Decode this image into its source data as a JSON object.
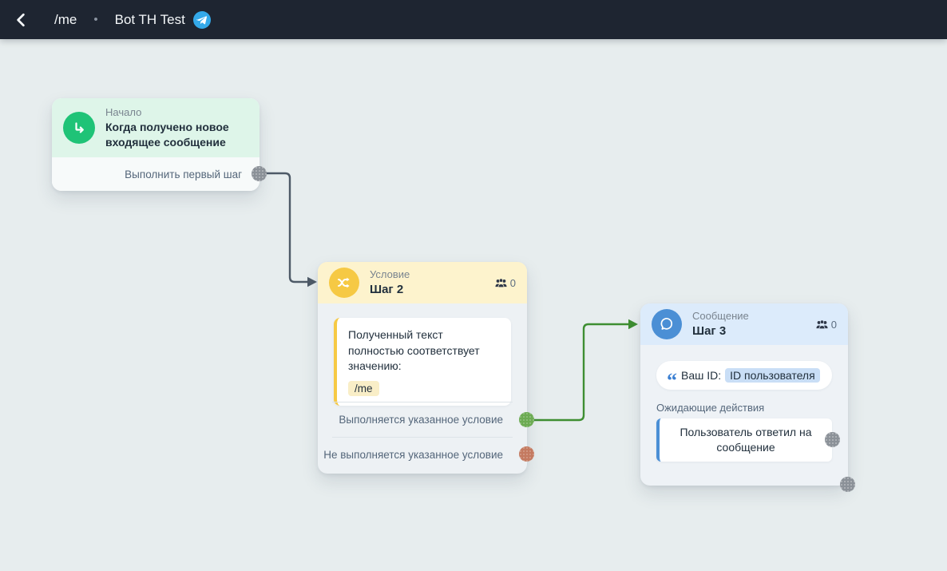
{
  "topbar": {
    "back_label": "back",
    "flow_command": "/me",
    "separator": "•",
    "bot_name": "Bot TH Test",
    "platform_icon": "telegram-icon",
    "colors": {
      "bar_bg": "#1e2531",
      "telegram_blue": "#34a9e9"
    }
  },
  "nodes": {
    "start": {
      "type_label": "Начало",
      "title": "Когда получено новое входящее сообщение",
      "action_label": "Выполнить первый шаг",
      "icon": "arrow-branch-icon",
      "colors": {
        "header_bg": "#def5e9",
        "icon_bg": "#1fc377",
        "footer_bg": "#f7fafa",
        "port": "#8b9198"
      }
    },
    "condition": {
      "type_label": "Условие",
      "title": "Шаг 2",
      "contacts_count": "0",
      "icon": "shuffle-icon",
      "rule_text": "Полученный текст полностью соответствует значению:",
      "rule_value": "/me",
      "outputs": [
        {
          "label": "Выполняется указанное условие",
          "port_color": "#6cab53"
        },
        {
          "label": "Не выполняется указанное условие",
          "port_color": "#c47a60"
        }
      ],
      "colors": {
        "header_bg": "#fdf3cd",
        "icon_bg": "#f6c944",
        "body_bg": "#edf1f4",
        "value_bg": "#f9eec7"
      }
    },
    "message": {
      "type_label": "Сообщение",
      "title": "Шаг 3",
      "contacts_count": "0",
      "icon": "chat-bubble-icon",
      "text_prefix": "Ваш ID:",
      "text_variable": "ID пользователя",
      "pending_label": "Ожидающие действия",
      "pending_action": "Пользователь ответил на сообщение",
      "colors": {
        "header_bg": "#dcebfb",
        "icon_bg": "#4b8fd5",
        "body_bg": "#eef2f6",
        "variable_bg": "#c9def6"
      }
    }
  },
  "connections": [
    {
      "from": "start.first-step",
      "to": "condition",
      "color": "#4e5a67"
    },
    {
      "from": "condition.output-true",
      "to": "message",
      "color": "#3e8e31"
    }
  ],
  "canvas_bg": "#e7edee"
}
